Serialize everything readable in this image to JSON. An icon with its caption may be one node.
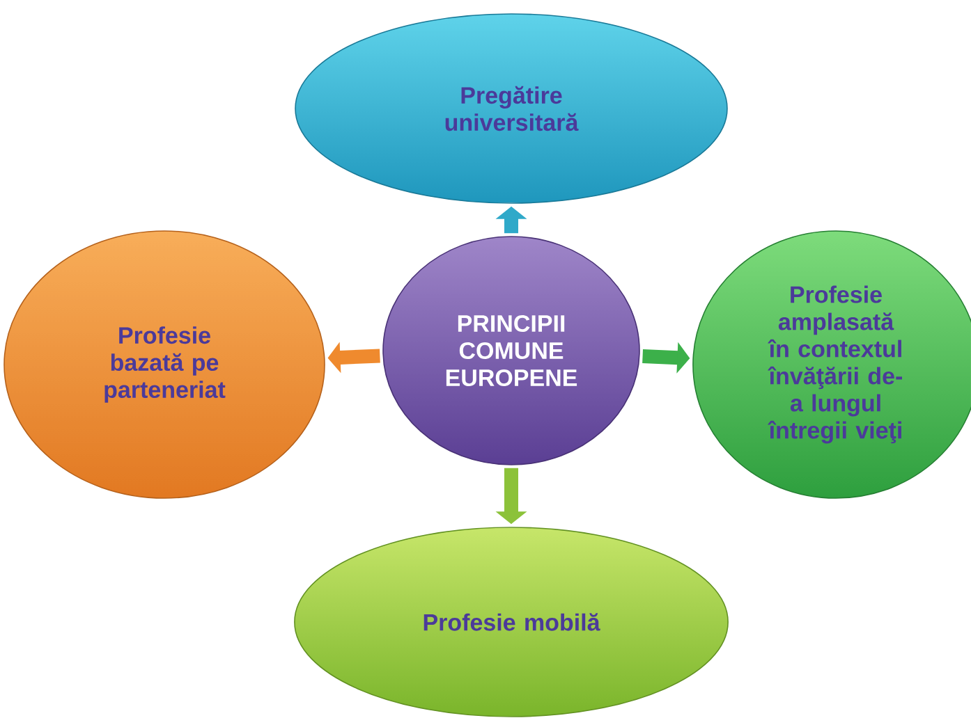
{
  "diagram": {
    "nodes": [
      {
        "text": [
          "PRINCIPII COMUNE EUROPENE"
        ]
      },
      {
        "text": [
          "Pregătire universitară"
        ]
      },
      {
        "text": [
          "Profesie amplasată în contextul învăţării de-a lungul întregii vieţi"
        ]
      },
      {
        "text": [
          "Profesie mobilă"
        ]
      },
      {
        "text": [
          "Profesie bazată pe parteneriat"
        ]
      }
    ],
    "edges": [
      {
        "from": 0,
        "to": 1,
        "arrow": "to",
        "color": "#2fa9c9"
      },
      {
        "from": 0,
        "to": 2,
        "arrow": "to",
        "color": "#3cb04a"
      },
      {
        "from": 0,
        "to": 3,
        "arrow": "to",
        "color": "#8cc23a"
      },
      {
        "from": 0,
        "to": 4,
        "arrow": "to",
        "color": "#ef8a2e"
      }
    ]
  }
}
